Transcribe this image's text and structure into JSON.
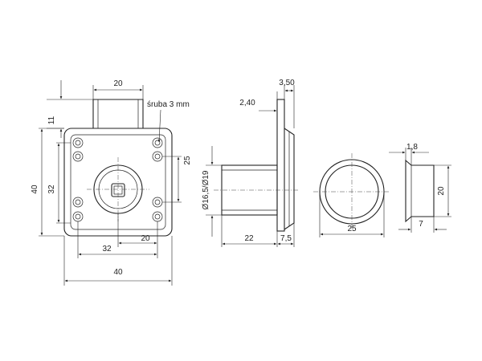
{
  "front_view": {
    "top_width": "20",
    "top_height": "11",
    "screw_note": "śruba 3 mm",
    "hole_spacing_vertical": "25",
    "inner_height": "32",
    "outer_height": "40",
    "hole_spacing_horizontal": "20",
    "inner_width": "32",
    "outer_width": "40"
  },
  "side_view": {
    "plate_thickness": "2,40",
    "flange_thickness": "3,50",
    "cylinder_diameter": "Ø16,5/Ø19",
    "cylinder_length": "22",
    "body_depth": "7,5"
  },
  "ring_view": {
    "diameter": "25"
  },
  "profile_view": {
    "lip": "1,8",
    "height": "20",
    "depth": "7"
  }
}
